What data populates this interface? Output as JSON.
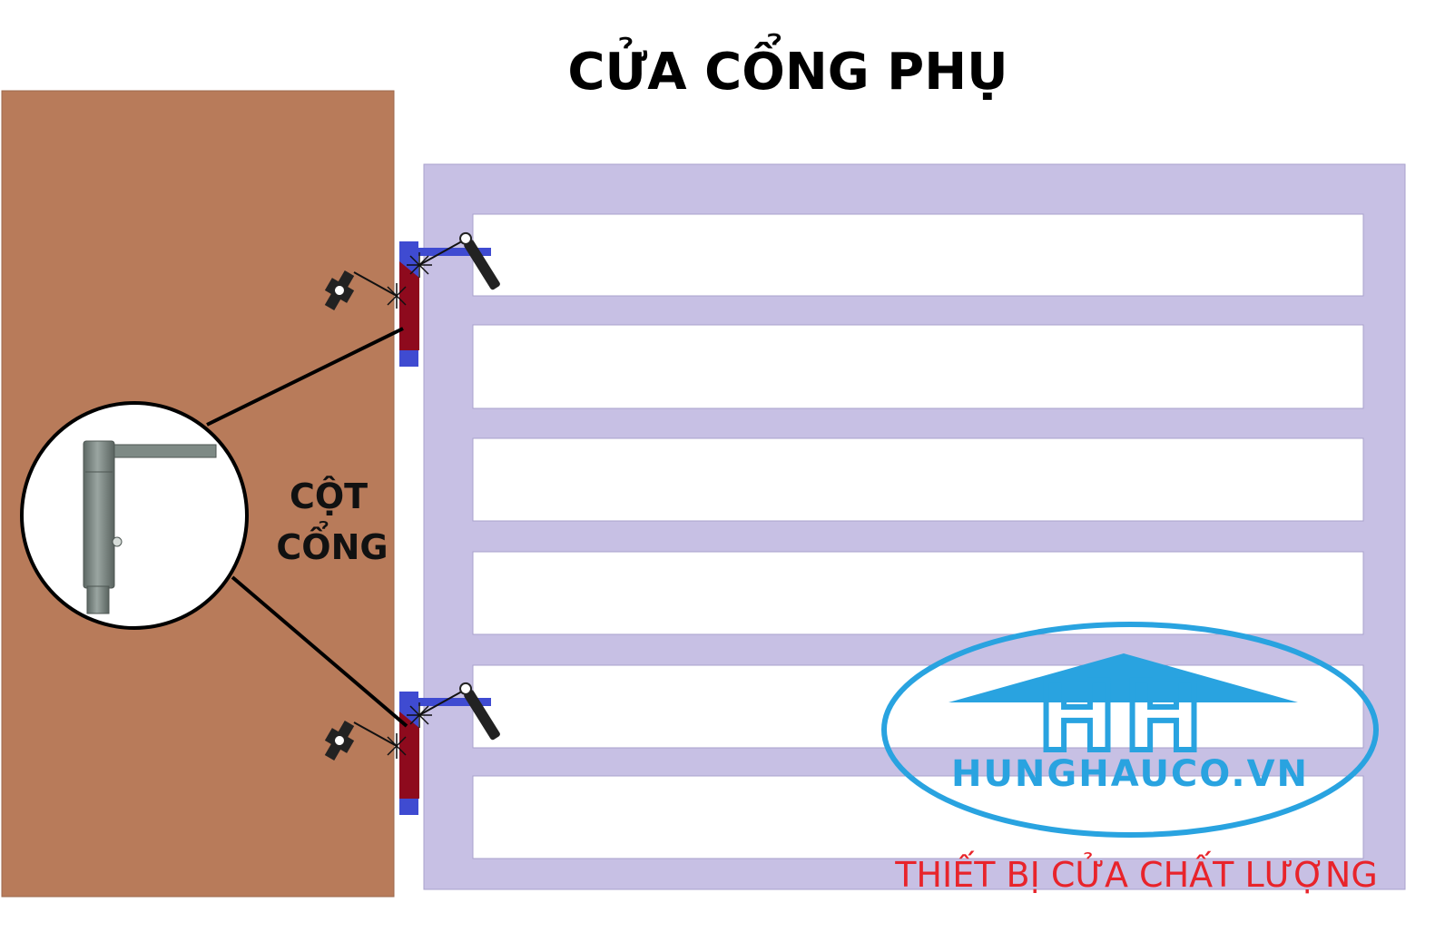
{
  "title": "CỬA CỔNG PHỤ",
  "column_label_line1": "CỘT",
  "column_label_line2": "CỔNG",
  "logo": {
    "letters": "HH",
    "website": "HUNGHAUCO.VN",
    "color": "#29a3e0"
  },
  "slogan": "THIẾT BỊ CỬA CHẤT LƯỢNG",
  "colors": {
    "column": "#b87b5a",
    "gate_frame": "#c7c0e4",
    "hinge_plate": "#3f4bd1",
    "hinge_barrel": "#8e0a1d",
    "slogan": "#e8242b",
    "metal": "#7e8a85"
  }
}
